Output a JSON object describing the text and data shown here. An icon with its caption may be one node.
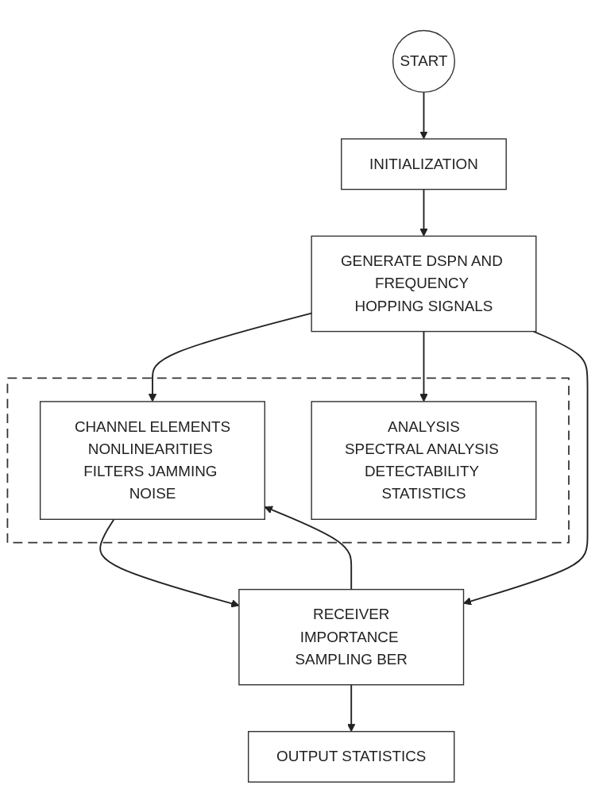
{
  "diagram": {
    "nodes": [
      {
        "text": [
          "START"
        ]
      },
      {
        "text": [
          "INITIALIZATION"
        ]
      },
      {
        "text": [
          "GENERATE DSPN AND FREQUENCY HOPPING SIGNALS"
        ]
      },
      {
        "text": [],
        "shape": "box"
      },
      {
        "text": [
          "CHANNEL ELEMENTS",
          "NONLINEARITIES FILTERS JAMMING NOISE"
        ],
        "in": 3
      },
      {
        "text": [
          "ANALYSIS",
          "SPECTRAL ANALYSIS DETECTABILITY STATISTICS"
        ],
        "in": 3
      },
      {
        "text": [
          "RECEIVER",
          "IMPORTANCE SAMPLING BER"
        ]
      },
      {
        "text": [
          "OUTPUT STATISTICS"
        ]
      }
    ],
    "edges": [
      {
        "from": 0,
        "to": 1,
        "arrow": "to"
      },
      {
        "from": 1,
        "to": 2,
        "arrow": "to"
      },
      {
        "from": 2,
        "to": 4,
        "arrow": "to"
      },
      {
        "from": 2,
        "to": 5,
        "arrow": "to"
      },
      {
        "from": 4,
        "to": 6,
        "arrow": "to"
      },
      {
        "from": 2,
        "to": 6,
        "arrow": "to"
      },
      {
        "from": 6,
        "to": 4,
        "arrow": "to"
      },
      {
        "from": 6,
        "to": 7,
        "arrow": "to"
      }
    ]
  }
}
